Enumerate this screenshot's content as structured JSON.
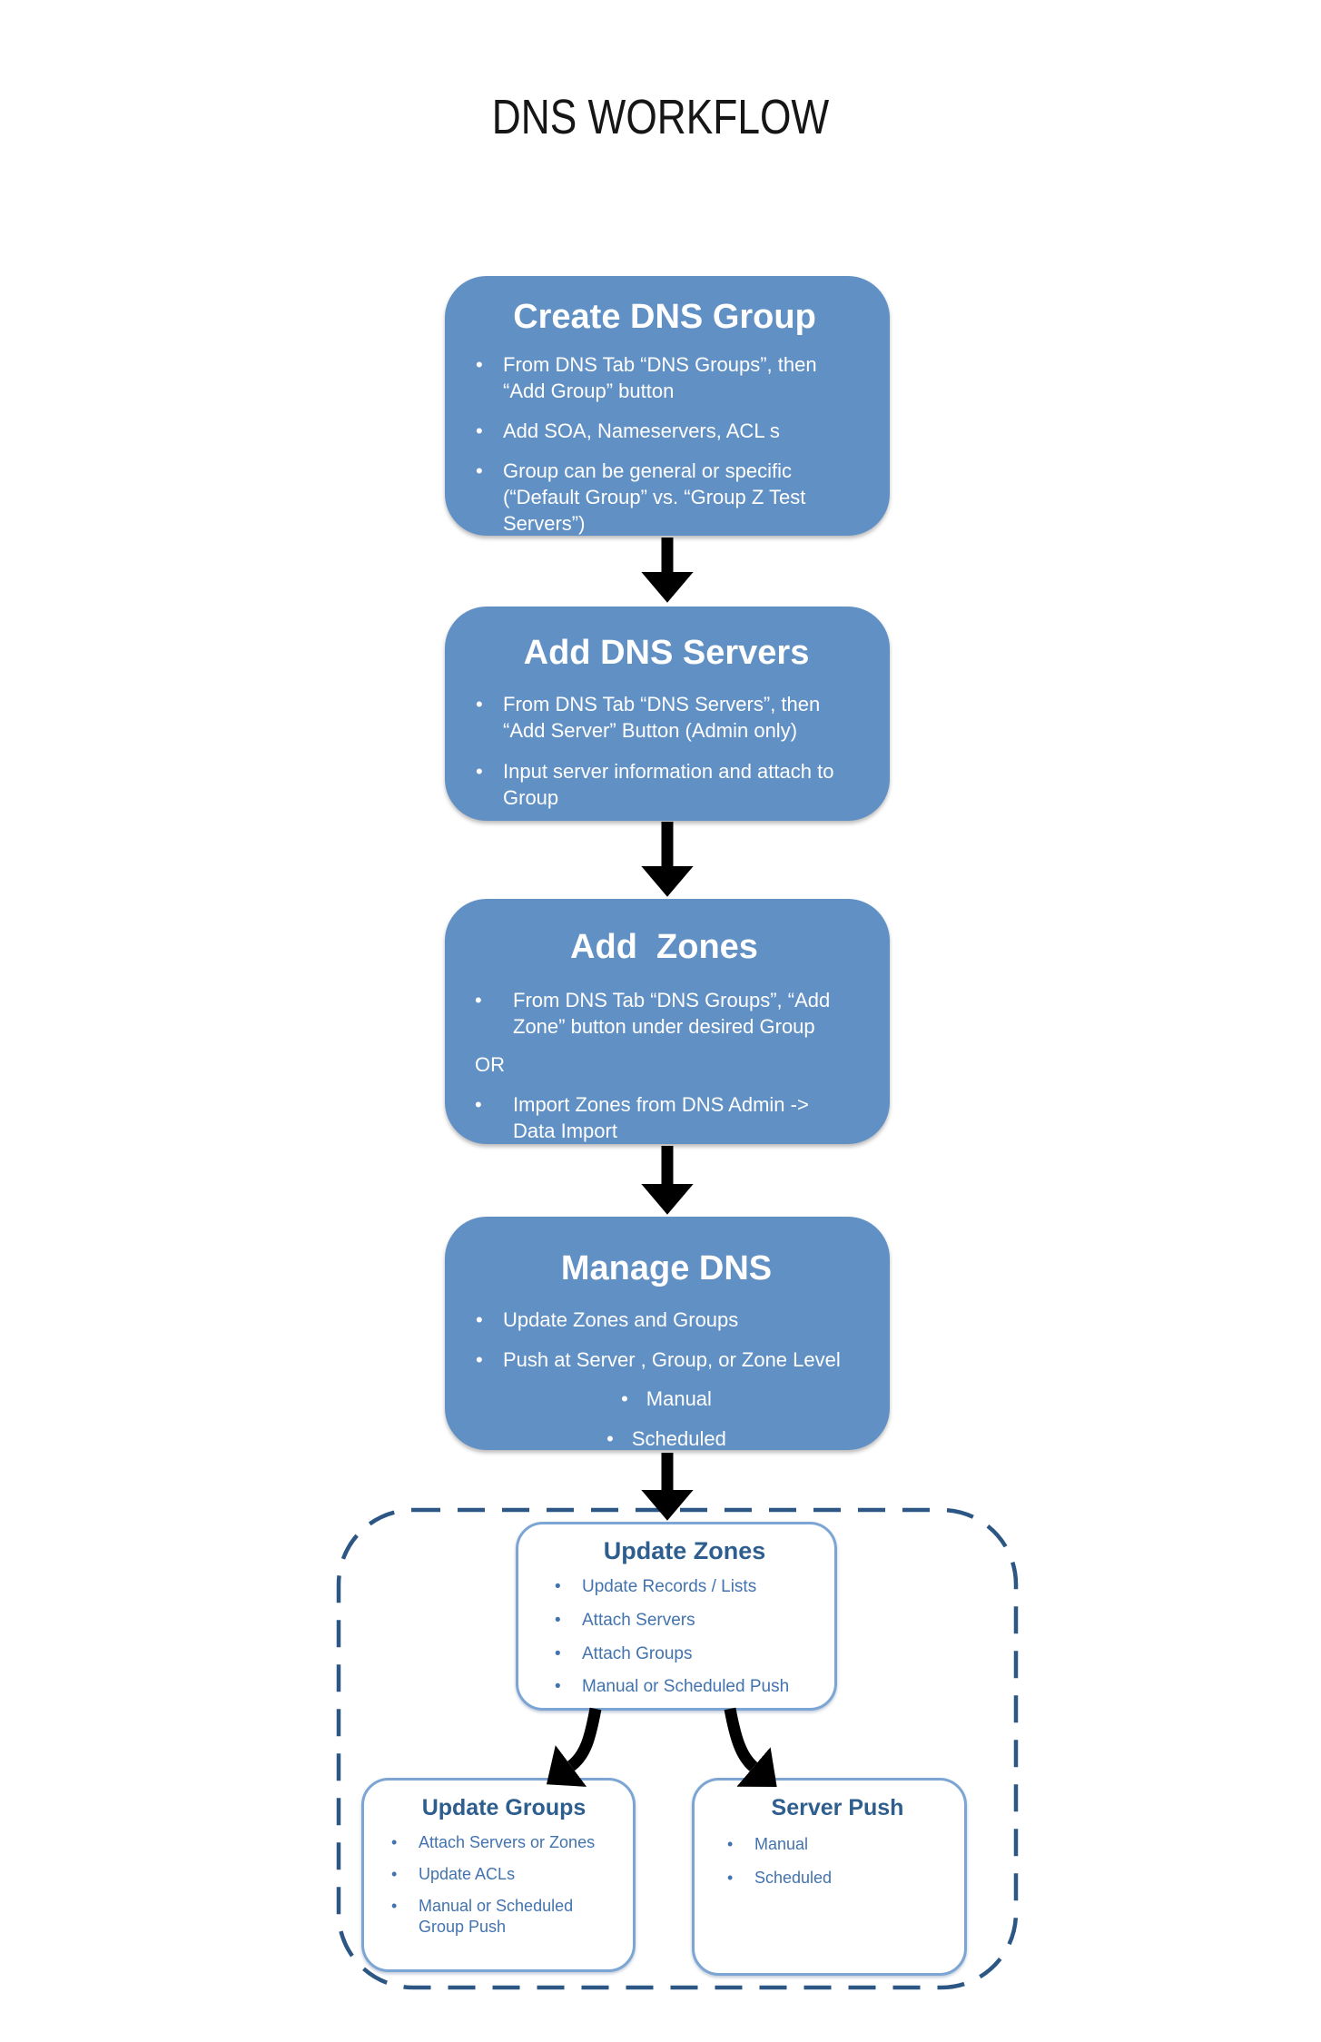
{
  "title": "DNS WORKFLOW",
  "bullet_char": "•",
  "colors": {
    "flow_box_fill": "#6190C5",
    "flow_box_text": "#FFFFFF",
    "outline_box_border": "#7CA5D4",
    "outline_box_title": "#2E5E8E",
    "outline_box_text": "#4273AE",
    "dashed_container_border": "#2C5684",
    "arrow": "#000000",
    "page_title_text": "#161616"
  },
  "flow": {
    "create_group": {
      "title": "Create DNS Group",
      "bullets": [
        "From DNS Tab “DNS Groups”, then “Add Group” button",
        "Add SOA, Nameservers, ACL s",
        "Group can be general or specific (“Default Group” vs. “Group Z Test Servers”)"
      ]
    },
    "add_servers": {
      "title": "Add DNS Servers",
      "bullets": [
        "From DNS Tab “DNS Servers”, then “Add Server” Button (Admin only)",
        "Input server information and attach to Group"
      ]
    },
    "add_zones": {
      "title": "Add  Zones",
      "bullet_1": "From DNS Tab “DNS Groups”, “Add Zone” button under desired Group",
      "or_label": "OR",
      "bullet_2": "Import Zones from DNS Admin -> Data Import"
    },
    "manage_dns": {
      "title": "Manage DNS",
      "bullets": [
        "Update Zones and Groups",
        "Push at Server , Group, or Zone Level"
      ],
      "sub_bullets": [
        "Manual",
        "Scheduled"
      ]
    }
  },
  "detail": {
    "update_zones": {
      "title": "Update Zones",
      "bullets": [
        "Update Records / Lists",
        "Attach Servers",
        "Attach Groups",
        "Manual or Scheduled Push"
      ]
    },
    "update_groups": {
      "title": "Update Groups",
      "bullets": [
        "Attach Servers or Zones",
        "Update ACLs",
        "Manual or Scheduled Group Push"
      ]
    },
    "server_push": {
      "title": "Server Push",
      "bullets": [
        "Manual",
        "Scheduled"
      ]
    }
  }
}
